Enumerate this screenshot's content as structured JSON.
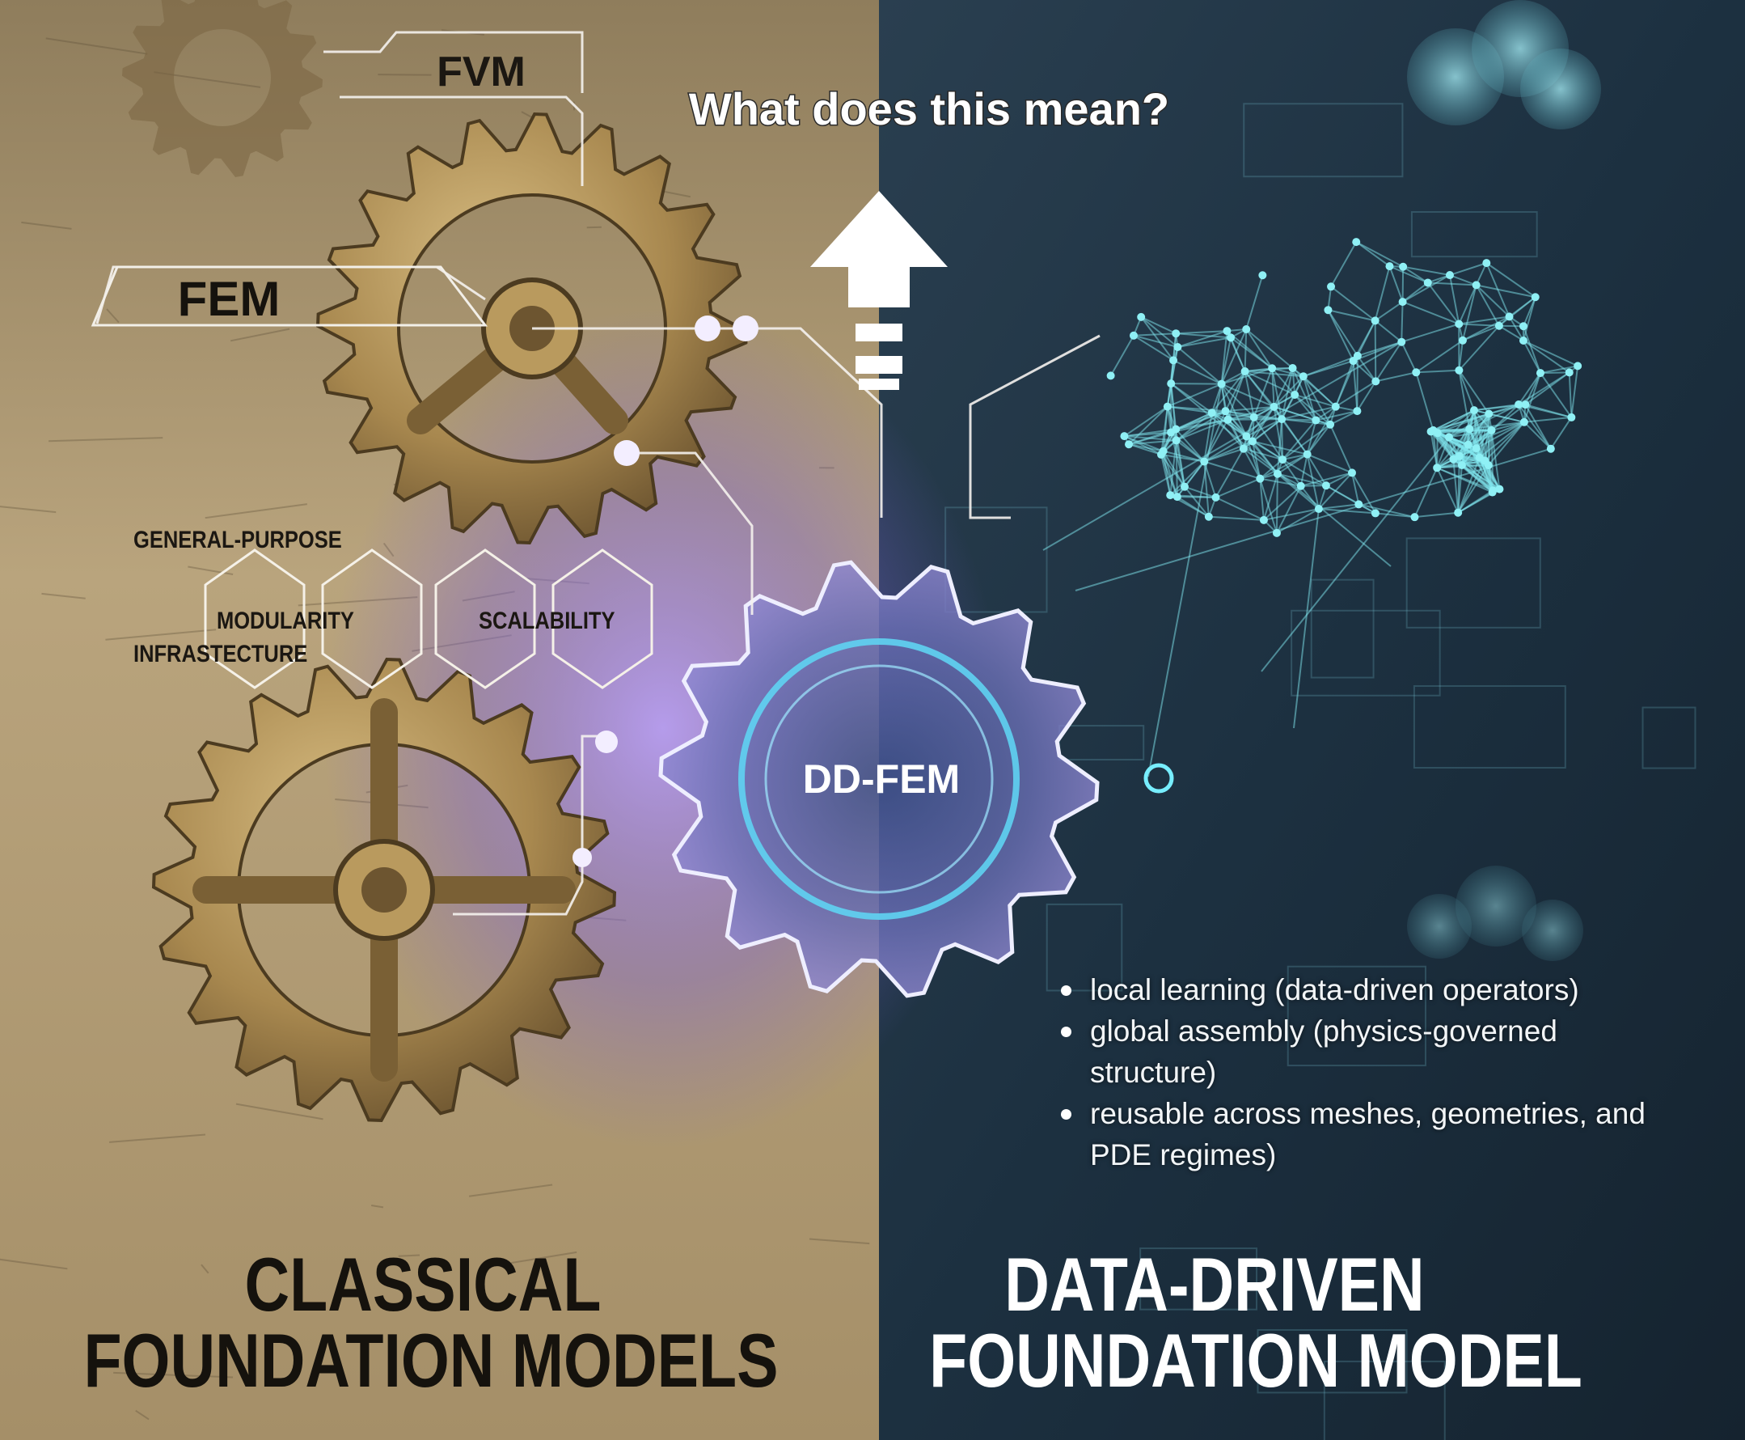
{
  "question": "What does this mean?",
  "left_panel": {
    "labels": {
      "fvm": "FVM",
      "fem": "FEM",
      "general_purpose": "GENERAL-PURPOSE",
      "modularity": "MODULARITY",
      "infrastructure": "INFRASTECTURE",
      "scalability": "SCALABILITY"
    },
    "title_line1": "CLASSICAL",
    "title_line2": "FOUNDATION MODELS"
  },
  "center": {
    "gear_label": "DD-FEM",
    "icon": "arrow-up-icon"
  },
  "right_panel": {
    "bullets": [
      "local learning (data-driven operators)",
      "global assembly (physics-governed structure)",
      "reusable across meshes, geometries, and PDE regimes)"
    ],
    "title_line1": "DATA-DRIVEN",
    "title_line2": "FOUNDATION MODEL",
    "icon": "neural-brain-icon"
  },
  "colors": {
    "parchment": "#b7a27a",
    "dark_tech": "#1d3142",
    "gear_bronze": "#a8884f",
    "glow_purple": "#9b7bff",
    "cyan": "#6fe3ea"
  }
}
